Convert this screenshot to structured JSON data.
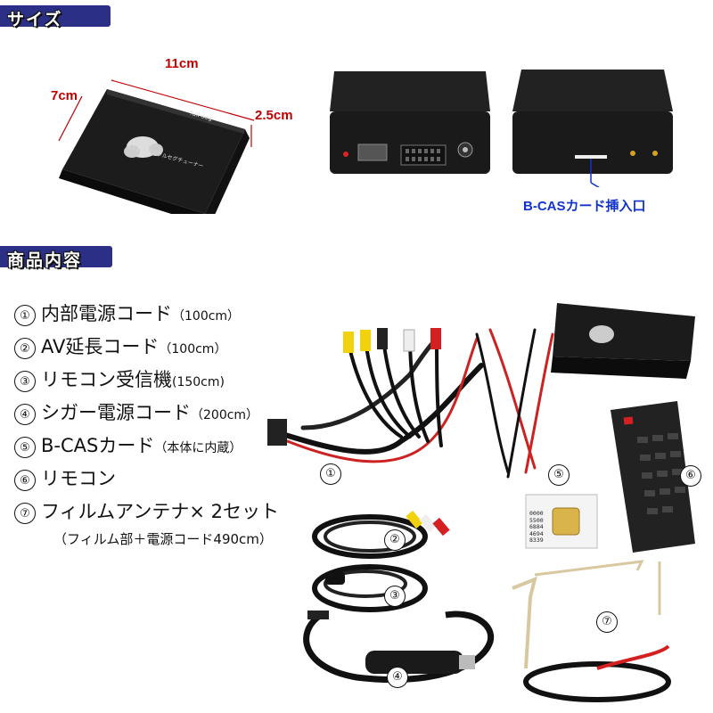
{
  "sections": {
    "size": "サイズ",
    "contents": "商品内容"
  },
  "dimensions": {
    "width": "11cm",
    "depth": "7cm",
    "height": "2.5cm"
  },
  "device": {
    "label_jp": "地上デジタルフルセグチューナー",
    "label_en": "full seg"
  },
  "bcas_label": "B-CASカード挿入口",
  "items": [
    {
      "num": "①",
      "text": "内部電源コード",
      "note": "（100cm）"
    },
    {
      "num": "②",
      "text": "AV延長コード",
      "note": "（100cm）"
    },
    {
      "num": "③",
      "text": "リモコン受信機",
      "note": "(150cm)"
    },
    {
      "num": "④",
      "text": "シガー電源コード",
      "note": "（200cm）"
    },
    {
      "num": "⑤",
      "text": "B-CASカード",
      "note": "（本体に内蔵）"
    },
    {
      "num": "⑥",
      "text": "リモコン",
      "note": ""
    },
    {
      "num": "⑦",
      "text": "フィルムアンテナ× 2セット",
      "note": ""
    }
  ],
  "item7_sub": "（フィルム部＋電源コード490cm）",
  "card_numbers": "0000\n5500\n6884\n4694\n8339",
  "photo_markers": [
    "①",
    "②",
    "③",
    "④",
    "⑤",
    "⑥",
    "⑦"
  ],
  "colors": {
    "header_bg": "#2b2f86",
    "dimension_text": "#c00000",
    "bcas_text": "#1133cc"
  }
}
